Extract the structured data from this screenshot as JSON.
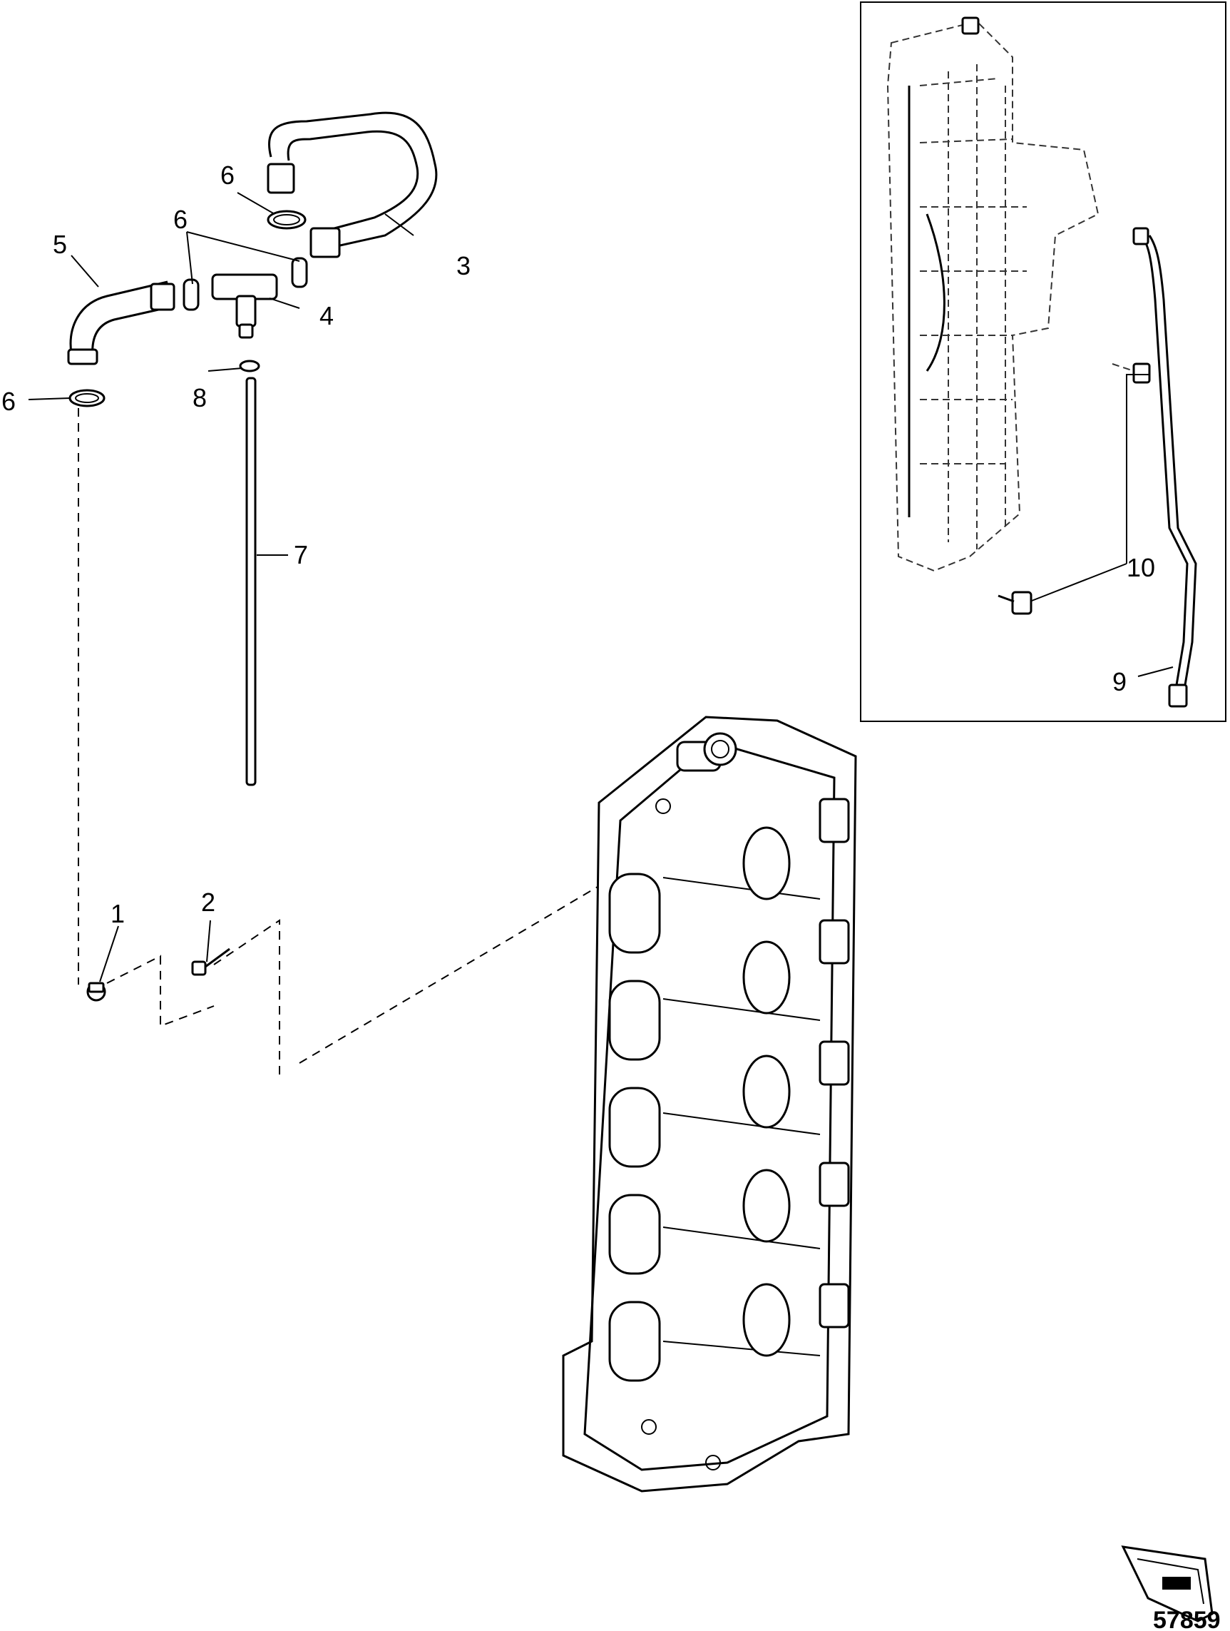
{
  "callouts": {
    "c1": "1",
    "c2": "2",
    "c3": "3",
    "c4": "4",
    "c5": "5",
    "c6a": "6",
    "c6b": "6",
    "c6c": "6",
    "c7": "7",
    "c8": "8",
    "c9": "9",
    "c10": "10"
  },
  "figure_number": "57859",
  "colors": {
    "line": "#000000",
    "background": "#ffffff"
  }
}
